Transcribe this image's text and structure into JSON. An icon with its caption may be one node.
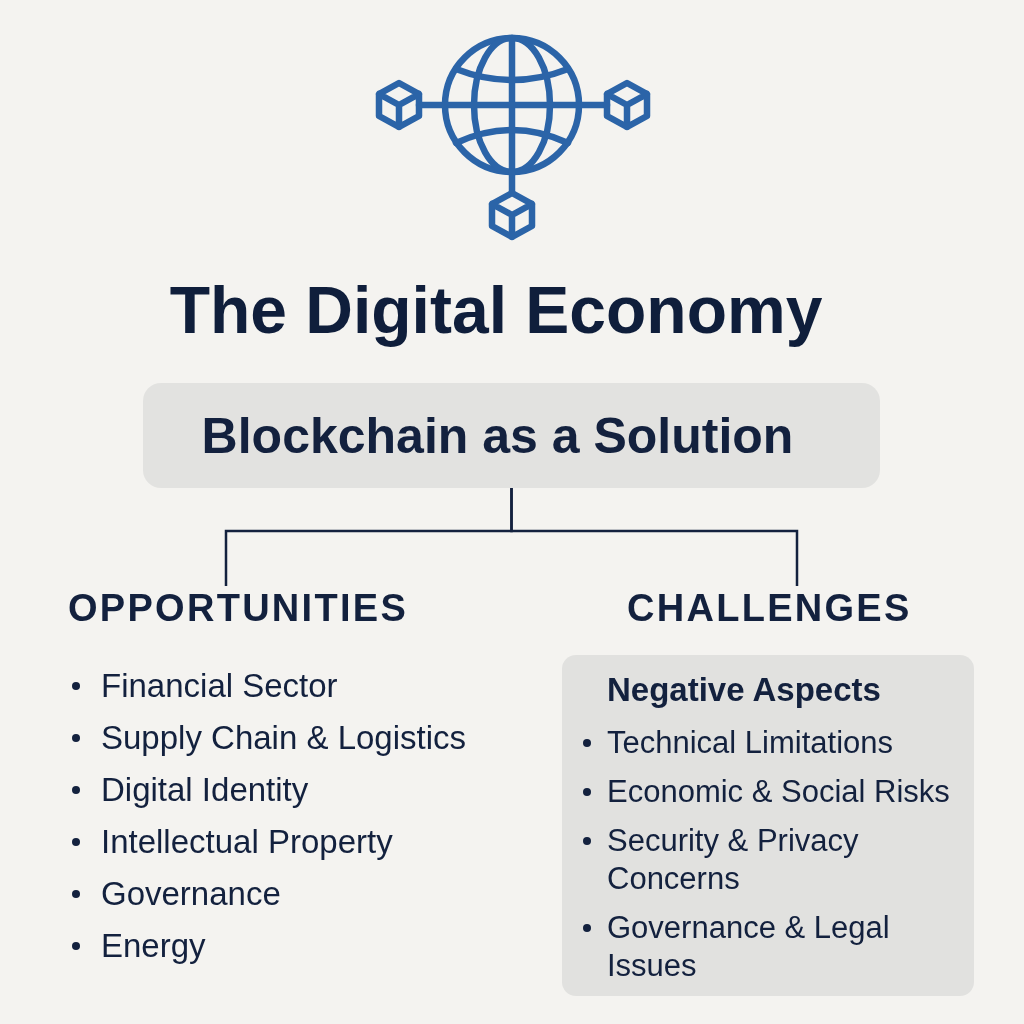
{
  "diagram": {
    "title": "The Digital Economy",
    "nodes": [
      {
        "text": [
          "Blockchain as a Solution"
        ]
      },
      {
        "text": [
          "OPPORTUNITIES"
        ]
      },
      {
        "text": [
          "CHALLENGES"
        ]
      },
      {
        "text": [
          "Negative Aspects",
          "Technical Limitations",
          "Economic & Social Risks",
          "Security & Privacy Concerns",
          "Governance & Legal Issues"
        ]
      }
    ],
    "edges": [
      {
        "from": 0,
        "to": 1,
        "arrow": "none"
      },
      {
        "from": 0,
        "to": 2,
        "arrow": "none"
      }
    ],
    "labels": [
      "Financial Sector",
      "Supply Chain & Logistics",
      "Digital Identity",
      "Intellectual Property",
      "Governance",
      "Energy"
    ]
  }
}
